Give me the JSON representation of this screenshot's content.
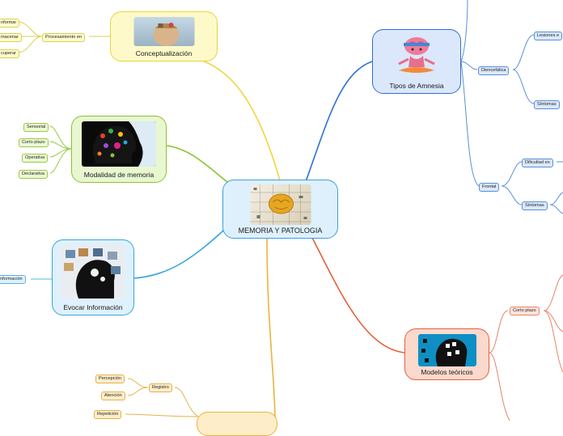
{
  "center": {
    "title": "MEMORIA Y PATOLOGIA",
    "image_icon": "brain-collage-image"
  },
  "branches": {
    "conceptualizacion": {
      "title": "Conceptualización",
      "image_icon": "head-sculpture-image",
      "color": "#f1d53c",
      "group_label": "Procesamiento en",
      "leaves": [
        "nformar",
        "macenar",
        "cuperar"
      ]
    },
    "modalidad": {
      "title": "Modalidad de memoria",
      "image_icon": "colorful-head-silhouette-image",
      "color": "#8cc230",
      "leaves": [
        "Sensorial",
        "Corto plazo",
        "Operativa",
        "Declarativa"
      ]
    },
    "evocar": {
      "title": "Evocar Información",
      "image_icon": "head-icons-image",
      "color": "#35a6dc",
      "leaves": [
        "nformación"
      ]
    },
    "almacenamiento": {
      "color": "#eab33c",
      "group_label": "Registro",
      "leaves": [
        "Percepción",
        "Atención",
        "Repetición"
      ]
    },
    "amnesia": {
      "title": "Tipos de Amnesia",
      "image_icon": "meditating-brain-image",
      "color": "#2f6fd0",
      "diencefalica": {
        "label": "Diencefálica",
        "children": [
          "Lesiones e",
          "Síntomas"
        ]
      },
      "frontal": {
        "label": "Frontal",
        "children": [
          "Dificultad en",
          "Síntomas"
        ]
      }
    },
    "modelos": {
      "title": "Modelos teóricos",
      "image_icon": "puzzle-head-image",
      "color": "#e5603a",
      "group_label": "Corto plazo"
    }
  }
}
